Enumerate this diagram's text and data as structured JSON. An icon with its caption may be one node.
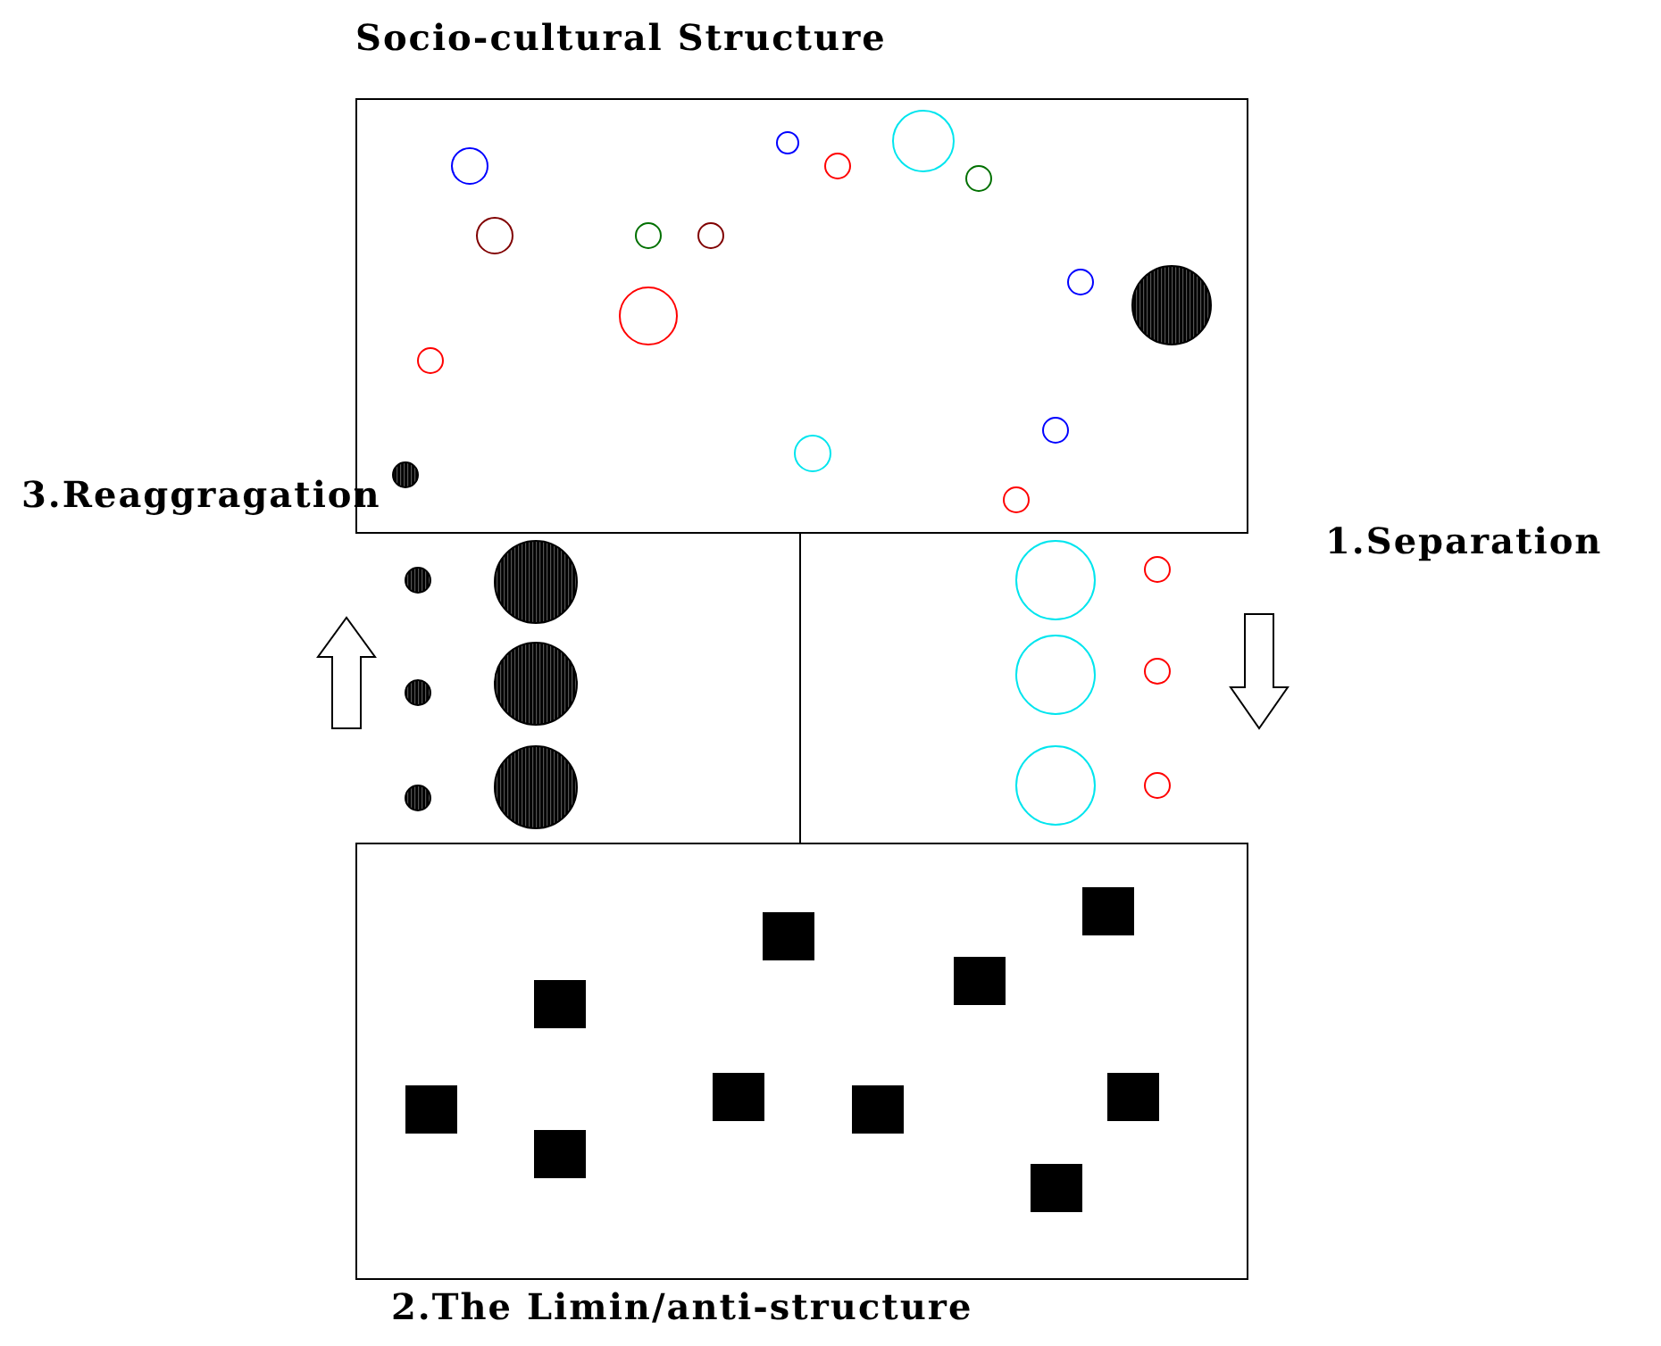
{
  "diagram": {
    "nodes": [
      {
        "text": [
          "Socio-cultural Structure"
        ]
      },
      {
        "text": [
          "2.The Limin/anti-structure"
        ]
      }
    ],
    "edges": [
      {
        "from": 0,
        "to": 1,
        "arrow": "none"
      }
    ],
    "labels": [
      "3.Reaggragation",
      "1.Separation"
    ]
  }
}
